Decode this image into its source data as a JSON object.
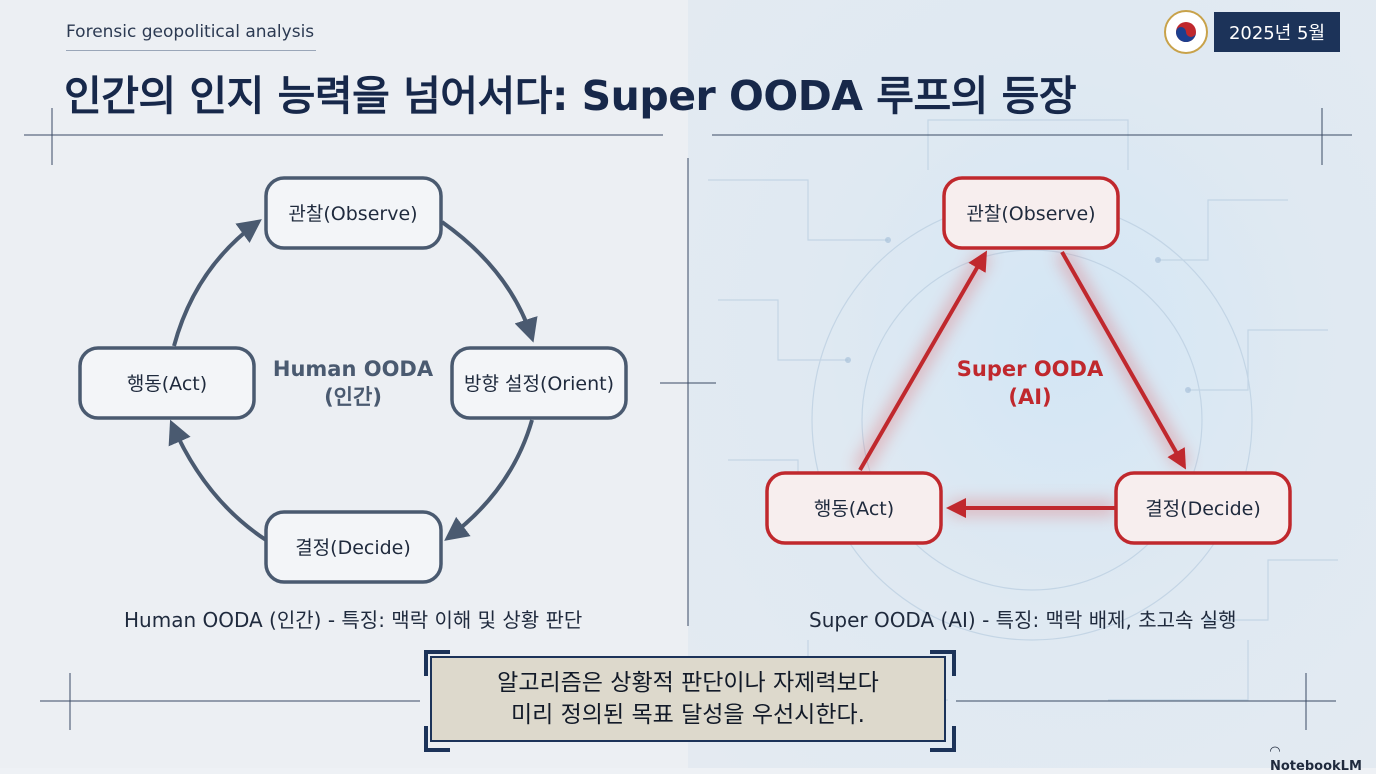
{
  "header": {
    "kicker": "Forensic geopolitical analysis",
    "title": "인간의 인지 능력을 넘어서다: Super OODA 루프의 등장",
    "date": "2025년 5월"
  },
  "human_loop": {
    "center_line1": "Human OODA",
    "center_line2": "(인간)",
    "nodes": {
      "observe": "관찰(Observe)",
      "orient": "방향 설정(Orient)",
      "decide": "결정(Decide)",
      "act": "행동(Act)"
    },
    "caption": "Human OODA (인간) - 특징: 맥락 이해 및 상황 판단"
  },
  "super_loop": {
    "center_line1": "Super OODA",
    "center_line2": "(AI)",
    "nodes": {
      "observe": "관찰(Observe)",
      "decide": "결정(Decide)",
      "act": "행동(Act)"
    },
    "caption": "Super OODA (AI) - 특징: 맥락 배제, 초고속 실행"
  },
  "quote": {
    "line1": "알고리즘은 상황적 판단이나 자제력보다",
    "line2": "미리 정의된 목표 달성을 우선시한다."
  },
  "brand": "NotebookLM",
  "colors": {
    "navy": "#1c3359",
    "human_stroke": "#4a5a70",
    "ai_red": "#c0282d"
  }
}
